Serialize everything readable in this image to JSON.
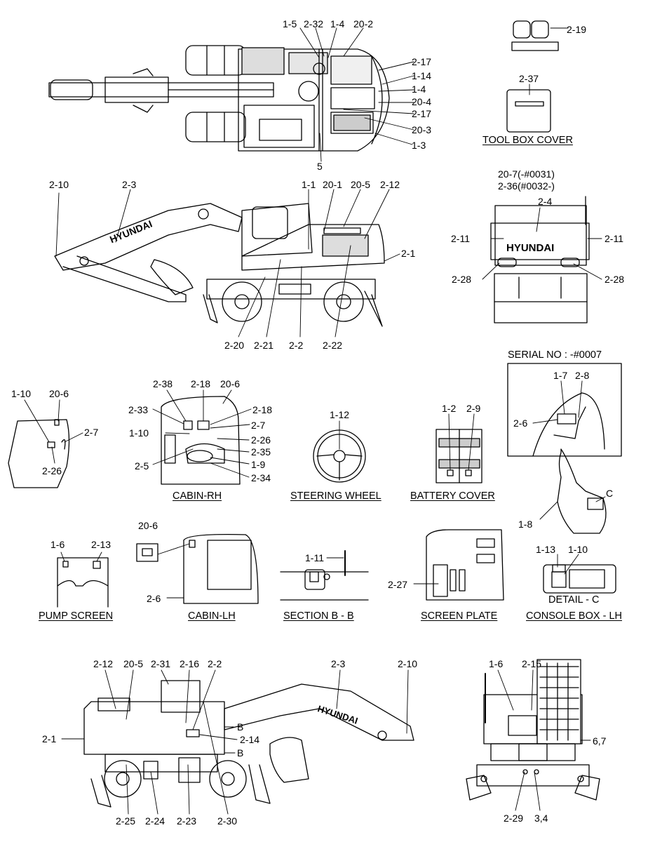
{
  "captions": {
    "tool_box_cover": "TOOL BOX COVER",
    "cabin_rh": "CABIN-RH",
    "steering_wheel": "STEERING WHEEL",
    "battery_cover": "BATTERY COVER",
    "pump_screen": "PUMP SCREEN",
    "cabin_lh": "CABIN-LH",
    "section_bb": "SECTION B - B",
    "screen_plate": "SCREEN PLATE",
    "console_box_lh": "CONSOLE BOX - LH",
    "detail_c": "DETAIL - C",
    "serial_no": "SERIAL NO : -#0007"
  },
  "brand": "HYUNDAI",
  "top_view": {
    "l_1_5": "1-5",
    "l_2_32": "2-32",
    "l_1_4a": "1-4",
    "l_20_2": "20-2",
    "l_2_17a": "2-17",
    "l_1_14": "1-14",
    "l_1_4b": "1-4",
    "l_20_4": "20-4",
    "l_2_17b": "2-17",
    "l_20_3": "20-3",
    "l_1_3": "1-3",
    "l_5": "5"
  },
  "top_right": {
    "l_2_19": "2-19",
    "l_2_37": "2-37"
  },
  "side_view": {
    "l_2_10": "2-10",
    "l_2_3": "2-3",
    "l_1_1": "1-1",
    "l_20_1": "20-1",
    "l_20_5": "20-5",
    "l_2_12": "2-12",
    "l_2_1": "2-1",
    "l_2_20": "2-20",
    "l_2_21": "2-21",
    "l_2_2": "2-2",
    "l_2_22": "2-22"
  },
  "rear_view": {
    "l_20_7": "20-7(-#0031)",
    "l_2_36": "2-36(#0032-)",
    "l_2_4": "2-4",
    "l_2_11a": "2-11",
    "l_2_11b": "2-11",
    "l_2_28a": "2-28",
    "l_2_28b": "2-28"
  },
  "serial_box": {
    "l_1_7": "1-7",
    "l_2_8": "2-8",
    "l_2_6": "2-6"
  },
  "cab_left": {
    "l_1_10": "1-10",
    "l_20_6": "20-6",
    "l_2_7": "2-7",
    "l_2_26": "2-26"
  },
  "cabin_rh": {
    "l_2_38": "2-38",
    "l_2_18a": "2-18",
    "l_20_6": "20-6",
    "l_2_33": "2-33",
    "l_2_18b": "2-18",
    "l_1_10": "1-10",
    "l_2_7": "2-7",
    "l_2_26": "2-26",
    "l_2_35": "2-35",
    "l_2_5": "2-5",
    "l_1_9": "1-9",
    "l_2_34": "2-34"
  },
  "steering": {
    "l_1_12": "1-12"
  },
  "battery": {
    "l_1_2": "1-2",
    "l_2_9": "2-9"
  },
  "console": {
    "l_c": "C",
    "l_1_8": "1-8",
    "l_1_13": "1-13",
    "l_1_10": "1-10"
  },
  "pump": {
    "l_1_6": "1-6",
    "l_2_13": "2-13"
  },
  "cabin_lh": {
    "l_20_6": "20-6",
    "l_2_6": "2-6"
  },
  "section": {
    "l_1_11": "1-11"
  },
  "screen_plate": {
    "l_2_27": "2-27"
  },
  "bottom_side": {
    "l_2_12": "2-12",
    "l_20_5": "20-5",
    "l_2_31": "2-31",
    "l_2_16": "2-16",
    "l_2_2": "2-2",
    "l_2_3": "2-3",
    "l_2_10": "2-10",
    "l_2_1": "2-1",
    "l_b1": "B",
    "l_b2": "B",
    "l_2_14": "2-14",
    "l_2_25": "2-25",
    "l_2_24": "2-24",
    "l_2_23": "2-23",
    "l_2_30": "2-30"
  },
  "bottom_rear": {
    "l_1_6": "1-6",
    "l_2_15": "2-15",
    "l_6_7": "6,7",
    "l_2_29": "2-29",
    "l_3_4": "3,4"
  }
}
